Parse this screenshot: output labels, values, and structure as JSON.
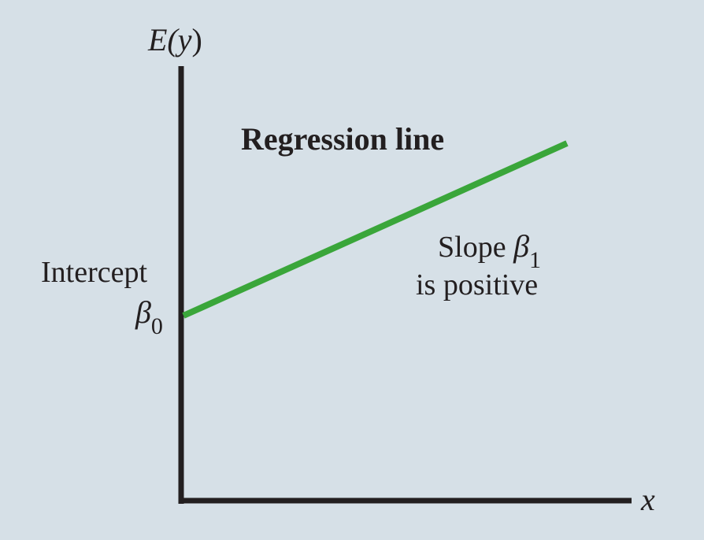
{
  "colors": {
    "background": "#d6e0e7",
    "axis": "#231f20",
    "regression_line": "#3aa63a",
    "text": "#231f20"
  },
  "diagram": {
    "y_axis_label": {
      "main": "E(",
      "var": "y",
      "close": ")"
    },
    "x_axis_label": "x",
    "title": "Regression line",
    "intercept": {
      "label": "Intercept",
      "symbol": "β",
      "subscript": "0"
    },
    "slope": {
      "label": "Slope",
      "symbol": "β",
      "subscript": "1",
      "description": "is positive"
    }
  },
  "chart_data": {
    "type": "line",
    "title": "Regression line",
    "xlabel": "x",
    "ylabel": "E(y)",
    "series": [
      {
        "name": "Regression line",
        "x": [
          0,
          1
        ],
        "y": [
          0.41,
          0.82
        ]
      }
    ],
    "annotations": [
      "Intercept β0",
      "Slope β1 is positive"
    ],
    "grid": false,
    "ticks": false
  }
}
